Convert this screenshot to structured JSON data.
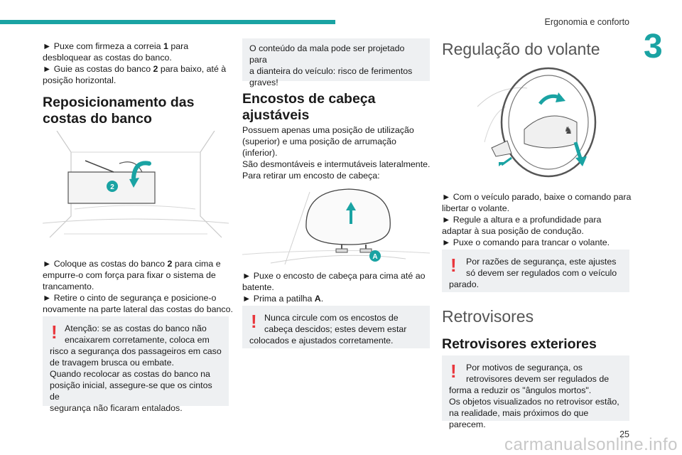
{
  "header": {
    "section_title": "Ergonomia e conforto",
    "chapter_number": "3"
  },
  "col1": {
    "p1a_prefix": "► Puxe com firmeza a correia ",
    "p1a_bold": "1",
    "p1a_suffix": " para",
    "p1b": "desbloquear as costas do banco.",
    "p1c_prefix": "► Guie as costas do banco ",
    "p1c_bold": "2",
    "p1c_suffix": " para baixo, até à",
    "p1d": "posição horizontal.",
    "heading_line1": "Reposicionamento das",
    "heading_line2": "costas do banco",
    "figure_marker": "2",
    "p2a_prefix": "► Coloque as costas do banco ",
    "p2a_bold": "2",
    "p2a_suffix": " para cima e",
    "p2b": "empurre-o com força para fixar o sistema de",
    "p2c": "trancamento.",
    "p2d": "► Retire o cinto de segurança e posicione-o",
    "p2e": "novamente na parte lateral das costas do banco.",
    "warning_lines": [
      "Atenção: se as costas do banco não",
      "encaixarem corretamente, coloca em",
      "risco a segurança dos passageiros em caso",
      "de travagem brusca ou embate.",
      "Quando recolocar as costas do banco na",
      "posição inicial, assegure-se que os cintos de",
      "segurança não ficaram entalados."
    ]
  },
  "col2": {
    "info_lines": [
      "O conteúdo da mala pode ser projetado para",
      "a dianteira do veículo: risco de ferimentos",
      "graves!"
    ],
    "heading_line1": "Encostos de cabeça",
    "heading_line2": "ajustáveis",
    "p1": [
      "Possuem apenas uma posição de utilização",
      "(superior) e uma posição de arrumação",
      "(inferior).",
      "São desmontáveis e intermutáveis lateralmente.",
      "Para retirar um encosto de cabeça:"
    ],
    "figure_marker": "A",
    "p2a": "► Puxe o encosto de cabeça para cima até ao",
    "p2b": "batente.",
    "p2c_prefix": "► Prima a patilha ",
    "p2c_bold": "A",
    "p2c_suffix": ".",
    "warning_lines": [
      "Nunca circule com os encostos de",
      "cabeça descidos; estes devem estar",
      "colocados e ajustados corretamente."
    ]
  },
  "col3": {
    "heading": "Regulação do volante",
    "p1": [
      "► Com o veículo parado, baixe o comando para",
      "libertar o volante.",
      "► Regule a altura e a profundidade para",
      "adaptar à sua posição de condução.",
      "► Puxe o comando para trancar o volante."
    ],
    "warning1_lines": [
      "Por razões de segurança, este ajustes",
      "só devem ser regulados com o veículo",
      "parado."
    ],
    "heading2": "Retrovisores",
    "heading3": "Retrovisores exteriores",
    "warning2_lines": [
      "Por motivos de segurança, os",
      "retrovisores devem ser regulados de",
      "forma a reduzir os \"ângulos mortos\".",
      "Os objetos visualizados no retrovisor estão,",
      "na realidade, mais próximos do que parecem."
    ]
  },
  "footer": {
    "page_number": "25",
    "watermark": "carmanualsonline.info"
  },
  "colors": {
    "accent": "#1aa3a3",
    "warning": "#e8363c",
    "box_bg": "#eef0f2"
  }
}
